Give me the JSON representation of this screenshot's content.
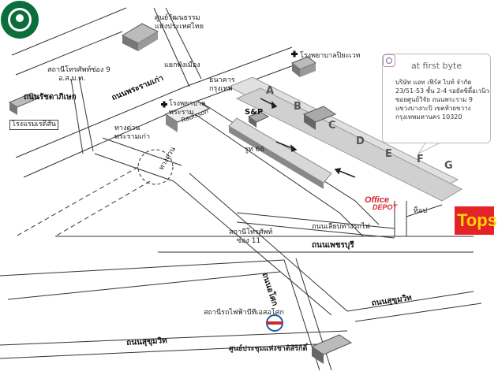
{
  "labels": {
    "cultural_center": [
      "ศูนย์วัฒนธรรม",
      "แห่งประเทศไทย"
    ],
    "hospital_piyavate": "โรงพยาบาลปิยะเวท",
    "phra_ram9_intersection": "แยกพังเมือง",
    "tot_office": [
      "สถานีโทรศัพท์ซ่อง 9",
      "อ.ส.ม.ท."
    ],
    "bank": [
      "ธนาคาร",
      "กรุงเทพ"
    ],
    "ratchada_road": "ถนนรัชดาภิเษก",
    "radisson_hotel": "โรงแรมเรดิสัน",
    "rama9_road": "ถนนพระรามเก่า",
    "hospital_rama9": [
      "โรงพยาบาล",
      "พระราม"
    ],
    "radisson_sign": "Radisson",
    "expressway": [
      "ทางด่วน",
      "พระรามเก่า"
    ],
    "expressway2": "ทางด่วน",
    "snp": "S&P",
    "soi66": "รูท 66",
    "tot_office2": [
      "สถานีโทรศัพท์",
      "ซ่อง 11"
    ],
    "rail_road": "ถนนเลียบทางรถไฟ",
    "petchaburi_road": "ถนนเพชรบุรี",
    "asoke_road": "ถนนอโศก",
    "sukhumvit_road_right": "ถนนสุขุมวิท",
    "sukhumvit_road_left": "ถนนสุขุมวิท",
    "bts_station": "สถานีรถไฟฟ้าบีทีเอสอโศก",
    "qsncc": "ศูนย์ประชุมแห่งชาติสิริกิติ์",
    "tops_side": "ท็อป"
  },
  "building_letters": [
    "A",
    "B",
    "C",
    "D",
    "E",
    "F",
    "G"
  ],
  "callout": {
    "brand": "at first byte",
    "lines": [
      "บริษัท แอท เฟิร์ส ไบท์ จำกัด",
      "23/51-53 ชั้น 2-4 รอยัลซิตี้อเวนิว",
      "ซอยศูนย์วิจัย ถนนพระราม 9",
      "แขวงบางกะปิ เขตห้วยขวาง",
      "กรุงเทพมหานคร 10320"
    ]
  },
  "brands": {
    "office_depot": [
      "Office",
      "DEPOT"
    ],
    "tops": "Tops",
    "starbucks": "STARBUCKS COFFEE"
  },
  "colors": {
    "road_line": "#333333",
    "building_fill": "#d8d8d8",
    "building_dark": "#7a7a7a",
    "office_depot": "#d8262c",
    "tops_red": "#e42328",
    "tops_yellow": "#ffd600",
    "starbucks_green": "#0b6e3c",
    "bts_blue": "#1e5aa8",
    "bts_red": "#cc2b2b"
  }
}
